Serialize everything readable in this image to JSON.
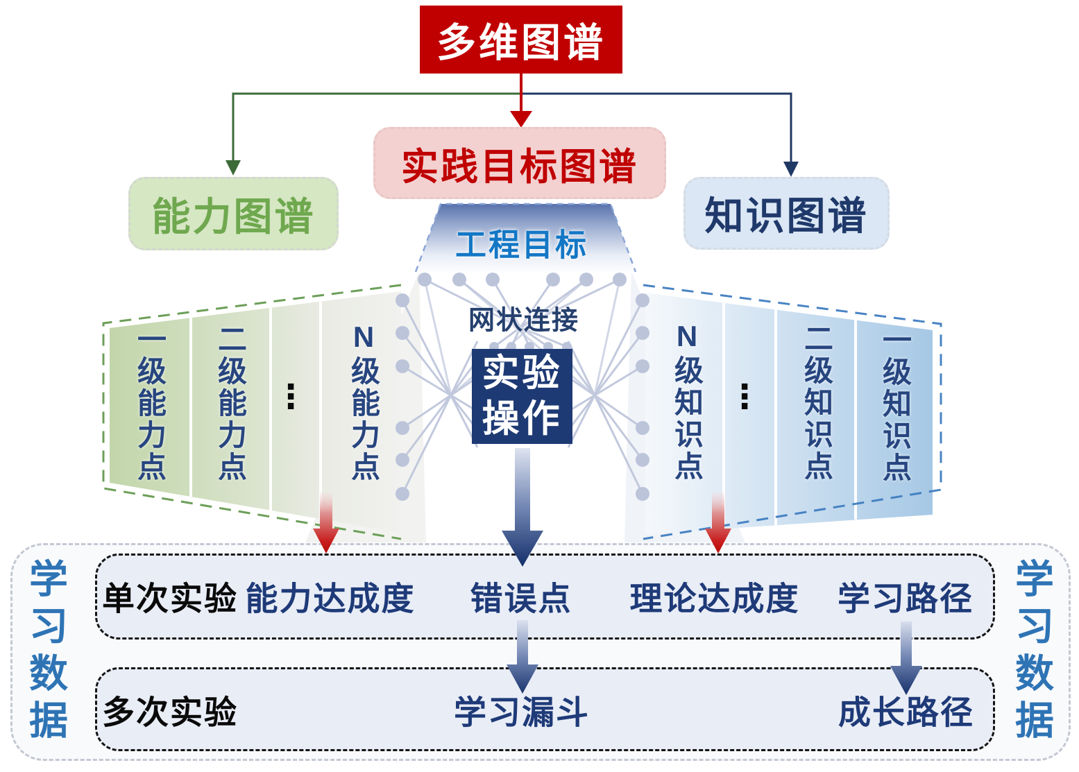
{
  "title": {
    "text": "多维图谱"
  },
  "branches": {
    "capability": {
      "label": "能力图谱"
    },
    "practice": {
      "label": "实践目标图谱"
    },
    "knowledge": {
      "label": "知识图谱"
    }
  },
  "center": {
    "goal_label": "工程目标",
    "mesh_label": "网状连接",
    "experiment_line1": "实验",
    "experiment_line2": "操作"
  },
  "capability_panel": {
    "col1": "一级能力点",
    "col2": "二级能力点",
    "ellipsis": "⋮",
    "colN": "N级能力点"
  },
  "knowledge_panel": {
    "colN": "N级知识点",
    "ellipsis": "⋮",
    "col2": "二级知识点",
    "col1": "一级知识点"
  },
  "learning": {
    "side_label": "学习数据",
    "row1_label": "单次实验",
    "row1_items": [
      "能力达成度",
      "错误点",
      "理论达成度",
      "学习路径"
    ],
    "row2_label": "多次实验",
    "row2_items": [
      "学习漏斗",
      "成长路径"
    ]
  },
  "colors": {
    "red": "#c00000",
    "pink_fill": "#f3d1d1",
    "green_text": "#6fa84e",
    "green_fill": "#d6e7c4",
    "navy": "#1e3a74",
    "knowledge_fill": "#dbe7f4",
    "bright_blue": "#1377c5",
    "side_blue": "#2e74b5",
    "network": "#bcc4da"
  }
}
